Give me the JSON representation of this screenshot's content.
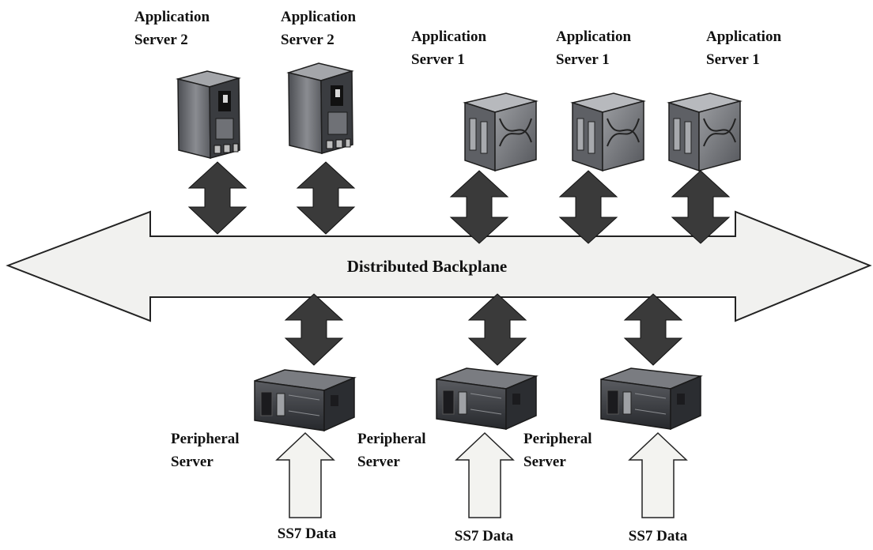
{
  "backplane": {
    "label": "Distributed Backplane",
    "fill_color": "#f1f1ef",
    "stroke_color": "#222222"
  },
  "application_servers": [
    {
      "line1": "Application",
      "line2": "Server 2",
      "icon": "tower-server-icon"
    },
    {
      "line1": "Application",
      "line2": "Server 2",
      "icon": "tower-server-icon"
    },
    {
      "line1": "Application",
      "line2": "Server 1",
      "icon": "cube-server-icon"
    },
    {
      "line1": "Application",
      "line2": "Server 1",
      "icon": "cube-server-icon"
    },
    {
      "line1": "Application",
      "line2": "Server 1",
      "icon": "cube-server-icon"
    }
  ],
  "peripheral_servers": [
    {
      "line1": "Peripheral",
      "line2": "Server",
      "input": "SS7 Data",
      "icon": "rack-server-icon"
    },
    {
      "line1": "Peripheral",
      "line2": "Server",
      "input": "SS7 Data",
      "icon": "rack-server-icon"
    },
    {
      "line1": "Peripheral",
      "line2": "Server",
      "input": "SS7 Data",
      "icon": "rack-server-icon"
    }
  ],
  "colors": {
    "double_arrow": "#3a3a3a",
    "input_arrow": "#f3f3f0",
    "server_body": "#6f7176",
    "server_dark": "#2b2d31"
  }
}
